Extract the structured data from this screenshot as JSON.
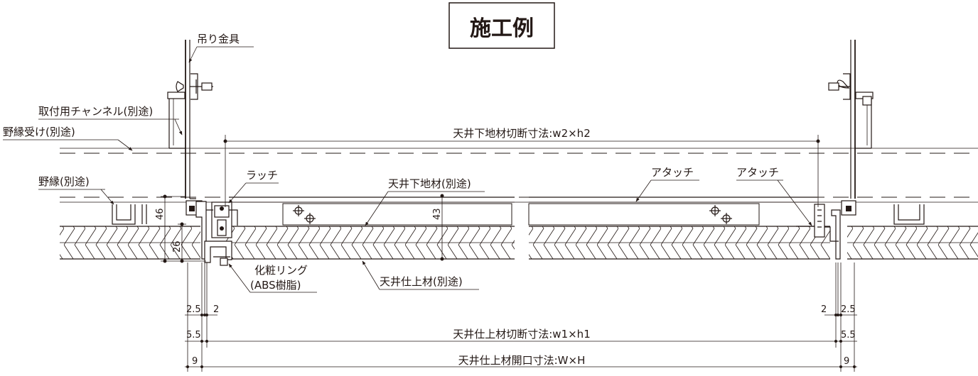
{
  "title": "施工例",
  "labels": {
    "hanger": "吊り金具",
    "mounting_channel": "取付用チャンネル(別途)",
    "nobuchi_uke": "野縁受け(別途)",
    "nobuchi": "野縁(別途)",
    "latch": "ラッチ",
    "ceiling_base_top": "天井下地材(別途)",
    "attach_1": "アタッチ",
    "attach_2": "アタッチ",
    "trim_ring_line1": "化粧リング",
    "trim_ring_line2": "(ABS樹脂)",
    "ceiling_finish": "天井仕上材(別途)",
    "base_cut_dim": "天井下地材切断寸法:w2×h2",
    "finish_cut_dim": "天井仕上材切断寸法:w1×h1",
    "finish_open_dim": "天井仕上材開口寸法:W×H"
  },
  "dimensions": {
    "d46": "46",
    "d26": "26",
    "d43": "43",
    "left_2_5": "2.5",
    "left_2": "2",
    "left_5_5": "5.5",
    "left_9": "9",
    "right_2": "2",
    "right_2_5": "2.5",
    "right_5_5": "5.5",
    "right_9": "9"
  }
}
